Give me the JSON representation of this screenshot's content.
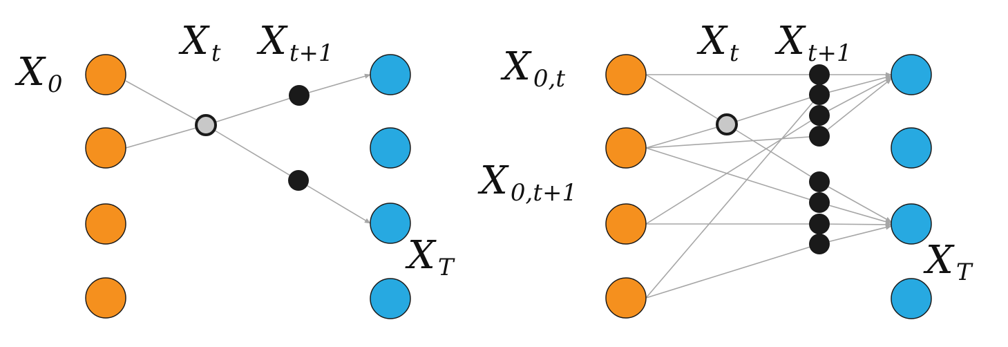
{
  "colors": {
    "source": "#F5901E",
    "target": "#27A9E1",
    "intermediate": "#1A1A1A",
    "midpoint_fill": "#C8C8C8",
    "edge": "#A6A6A6",
    "node_stroke": "#1A1A1A"
  },
  "labels": {
    "left_x0": {
      "main": "X",
      "sub": "0"
    },
    "left_xt": {
      "main": "X",
      "sub": "t"
    },
    "left_xt1": {
      "main": "X",
      "sub": "t+1"
    },
    "left_xT": {
      "main": "X",
      "sub": "T"
    },
    "right_x0t": {
      "main": "X",
      "sub": "0,t"
    },
    "right_x0t1": {
      "main": "X",
      "sub": "0,t+1"
    },
    "right_xt": {
      "main": "X",
      "sub": "t"
    },
    "right_xt1": {
      "main": "X",
      "sub": "t+1"
    },
    "right_xT": {
      "main": "X",
      "sub": "T"
    }
  }
}
